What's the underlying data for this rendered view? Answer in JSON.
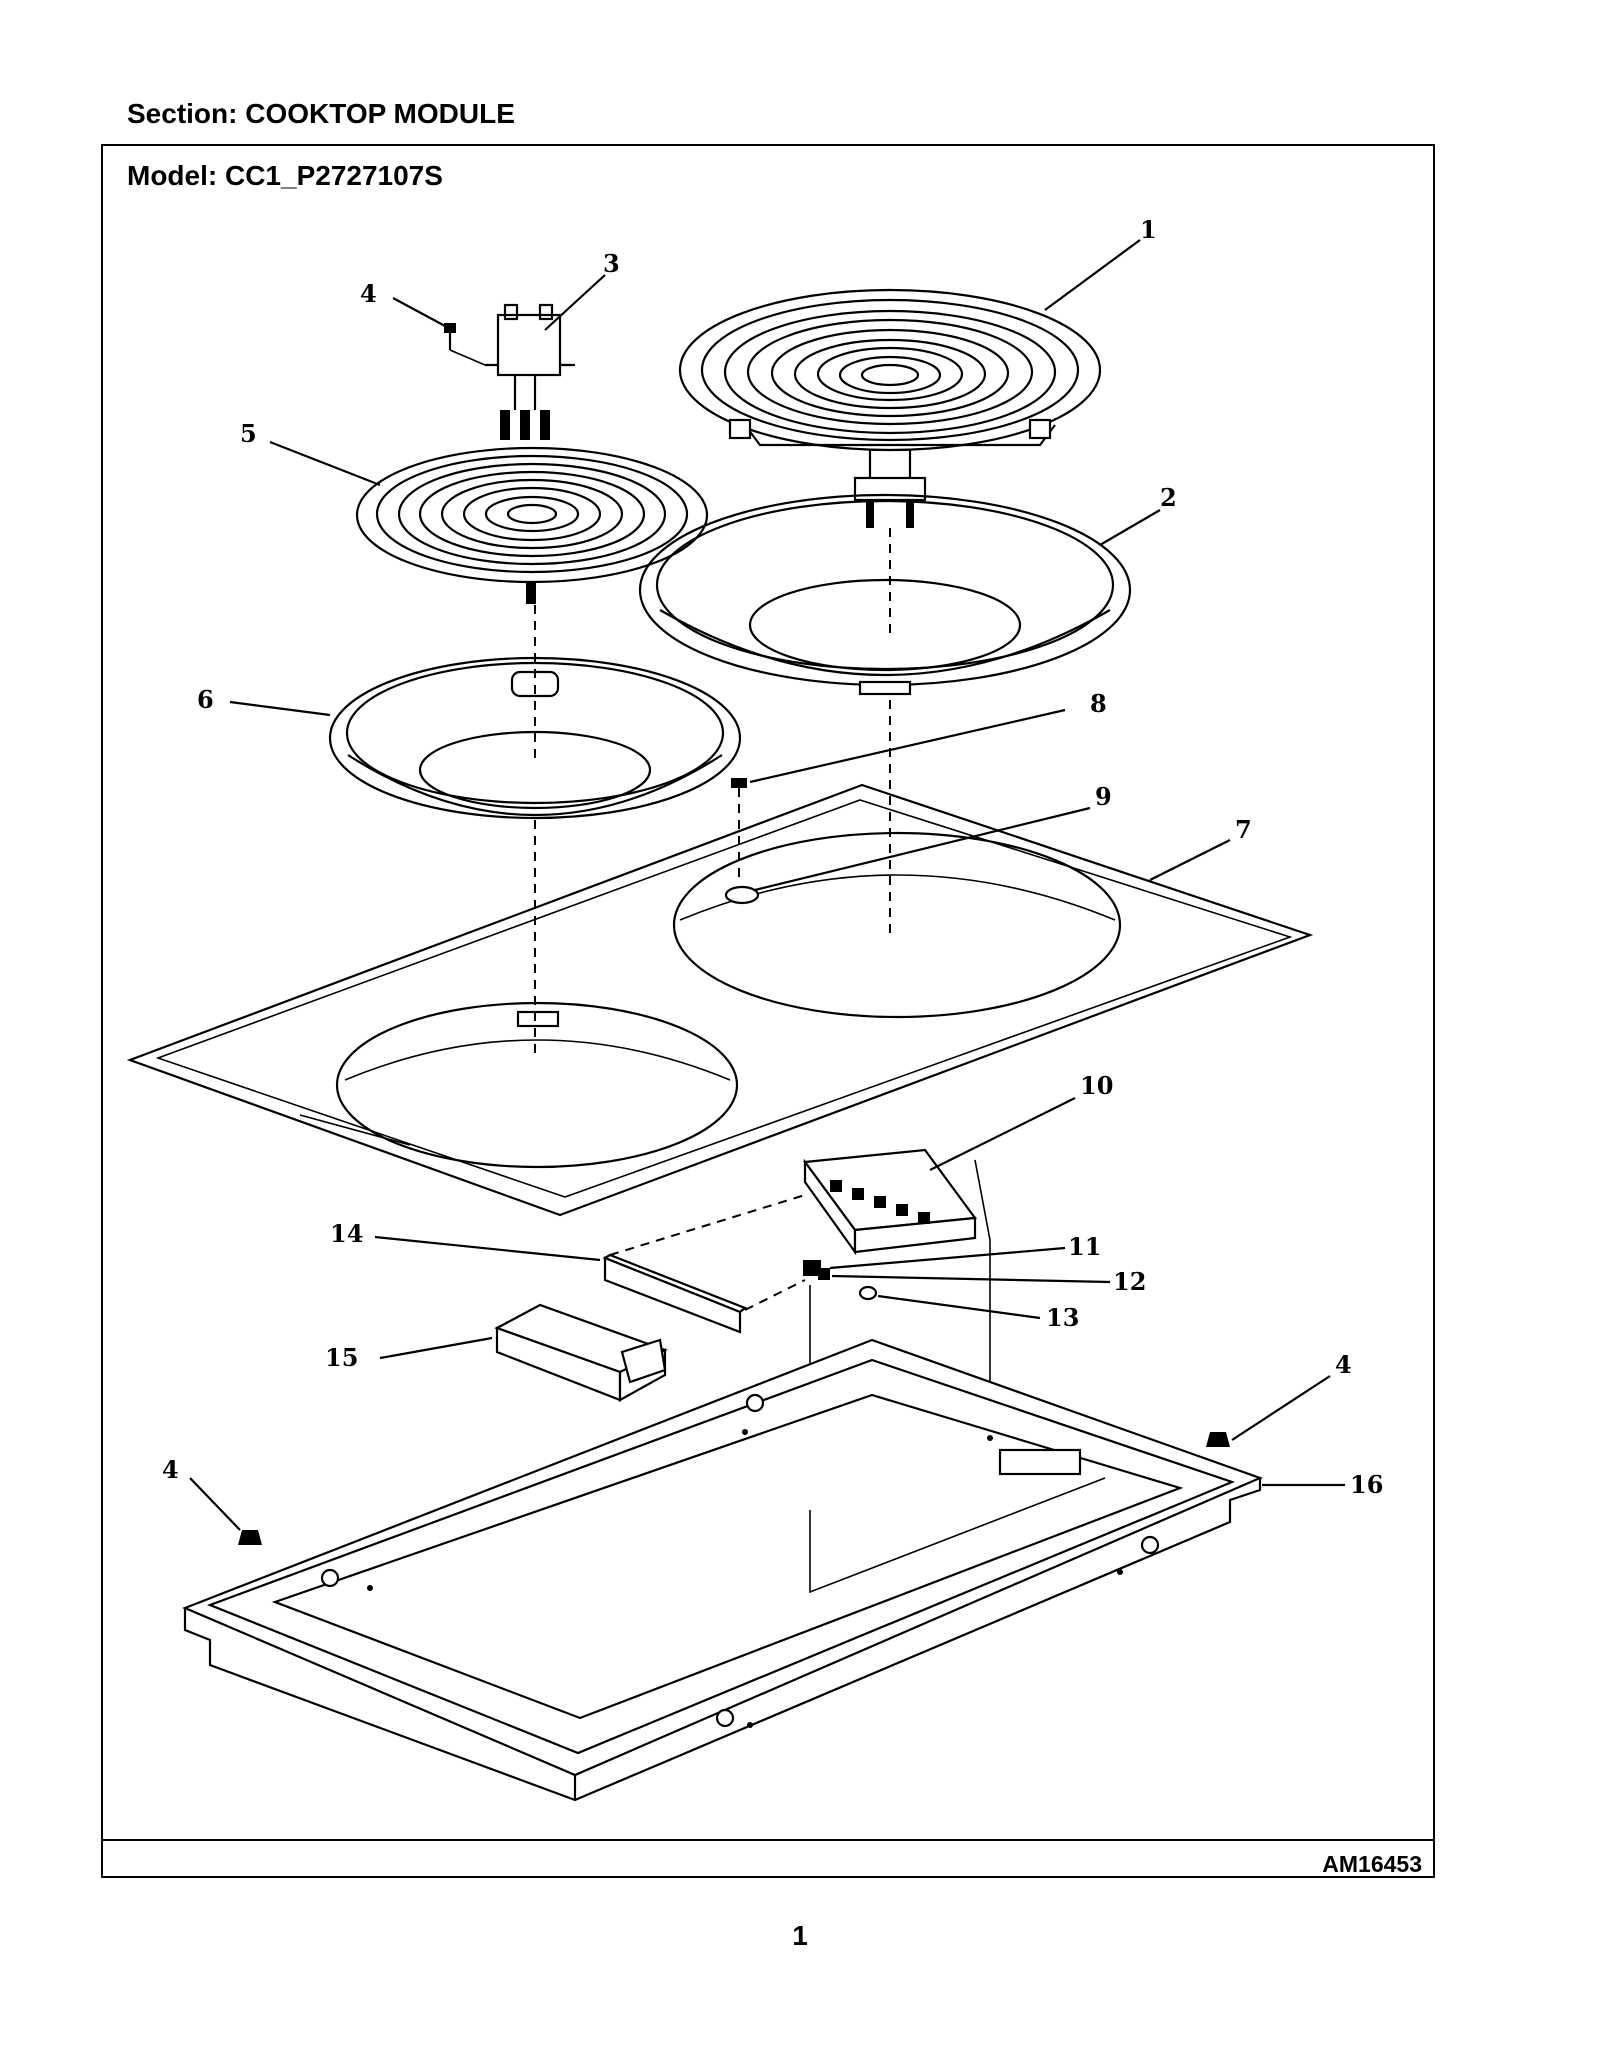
{
  "header": {
    "section_label": "Section:  COOKTOP MODULE",
    "model_label": "Model:  CC1_P2727107S"
  },
  "footer": {
    "figure_id": "AM16453",
    "page_number": "1"
  },
  "callouts": [
    "1",
    "2",
    "3",
    "4",
    "5",
    "6",
    "7",
    "8",
    "9",
    "10",
    "11",
    "12",
    "13",
    "14",
    "15",
    "16",
    "4",
    "4"
  ],
  "parts": [
    "large-surface-element",
    "large-drip-bowl",
    "terminal-block",
    "screw",
    "small-surface-element",
    "small-drip-bowl",
    "cooktop-frame",
    "screw-8",
    "clip-9",
    "receptacle-bracket-10",
    "part-11",
    "part-12",
    "part-13",
    "bracket-14",
    "junction-box-15",
    "burner-box-16"
  ]
}
